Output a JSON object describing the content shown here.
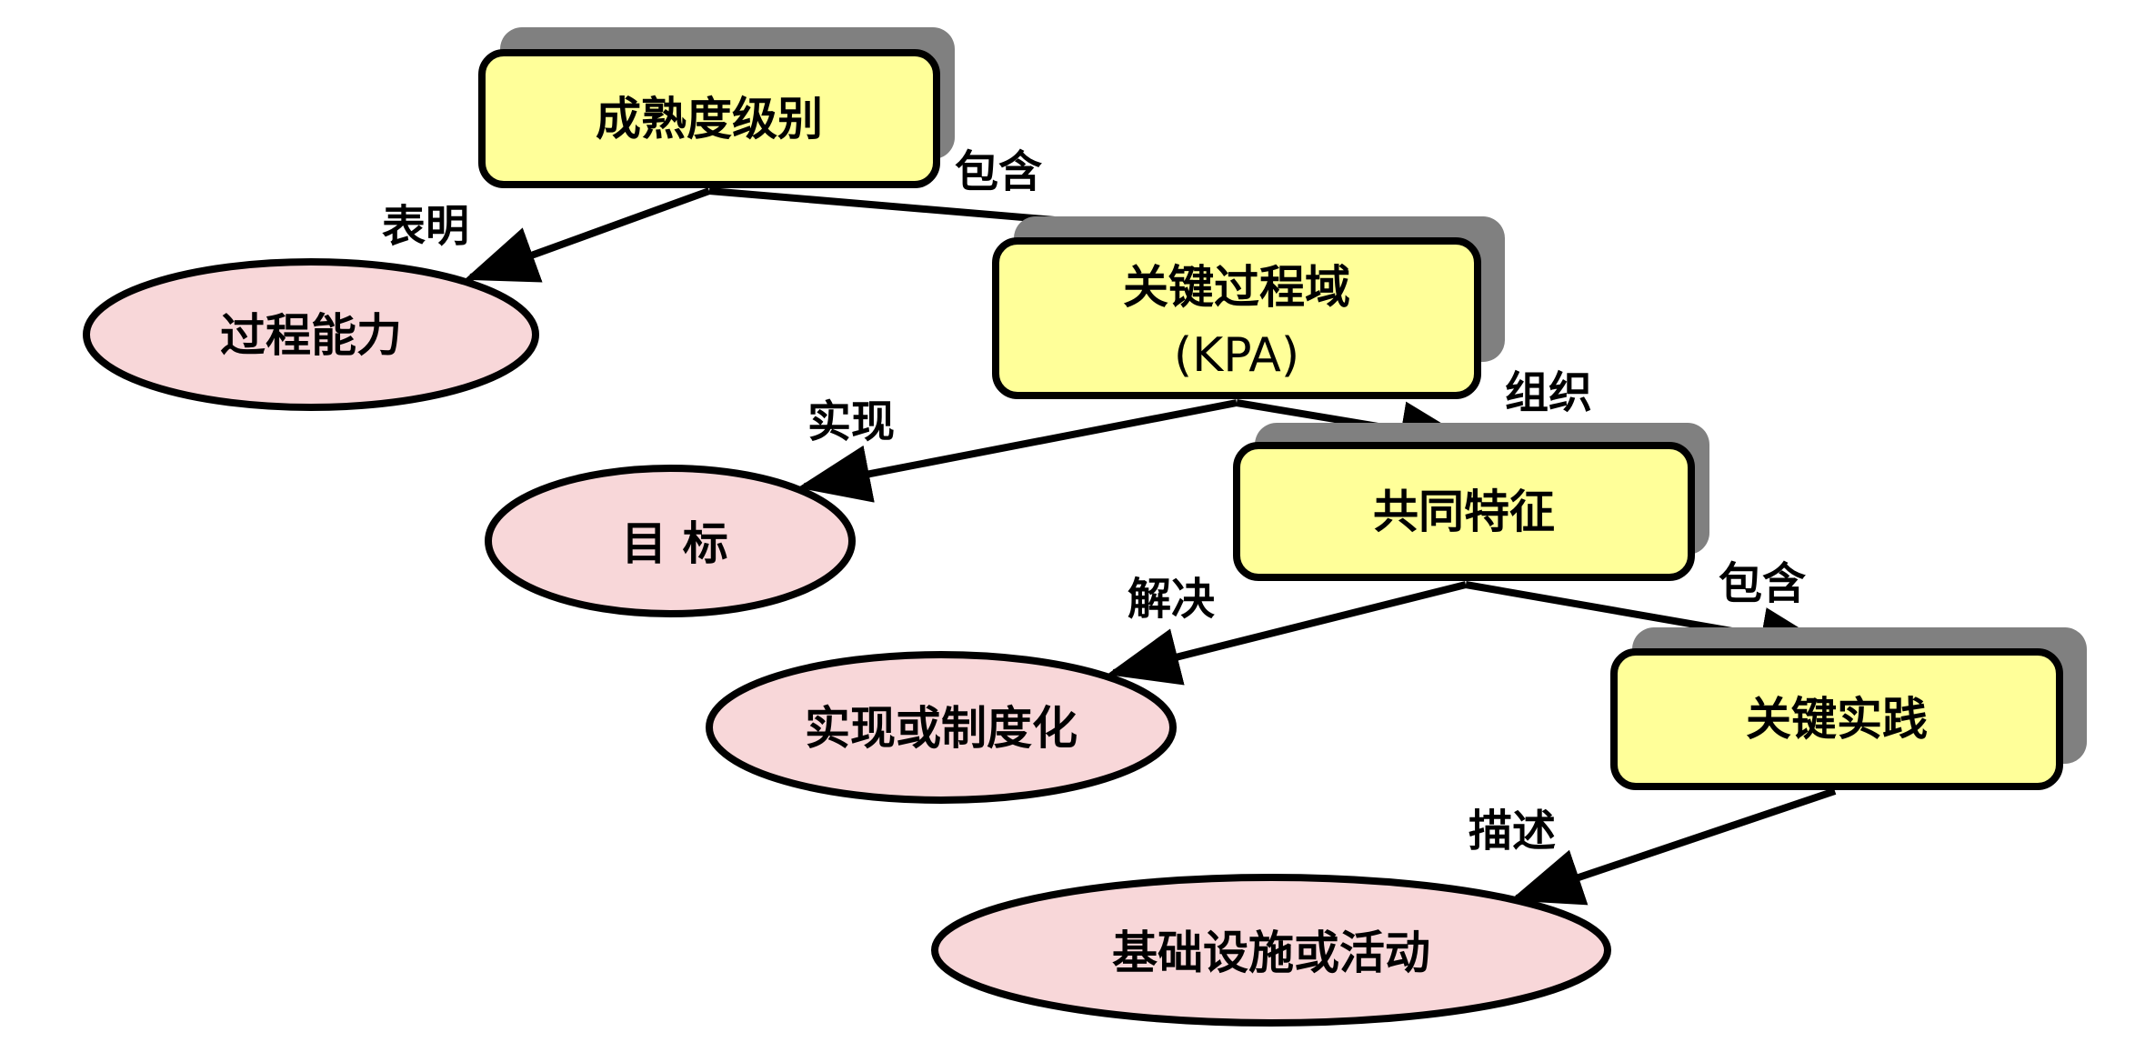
{
  "colors": {
    "box_fill": "#FFFF99",
    "ellipse_fill": "#F8D7D9",
    "shadow": "#808080",
    "stroke": "#000000"
  },
  "nodes": {
    "maturity_level": "成熟度级别",
    "kpa_line1": "关键过程域",
    "kpa_line2": "(KPA)",
    "common_features": "共同特征",
    "key_practices": "关键实践",
    "process_capability": "过程能力",
    "goals": "目 标",
    "implementation": "实现或制度化",
    "infrastructure": "基础设施或活动"
  },
  "edges": {
    "contains_1": "包含",
    "indicates": "表明",
    "achieves": "实现",
    "organizes": "组织",
    "resolves": "解决",
    "contains_2": "包含",
    "describes": "描述"
  }
}
